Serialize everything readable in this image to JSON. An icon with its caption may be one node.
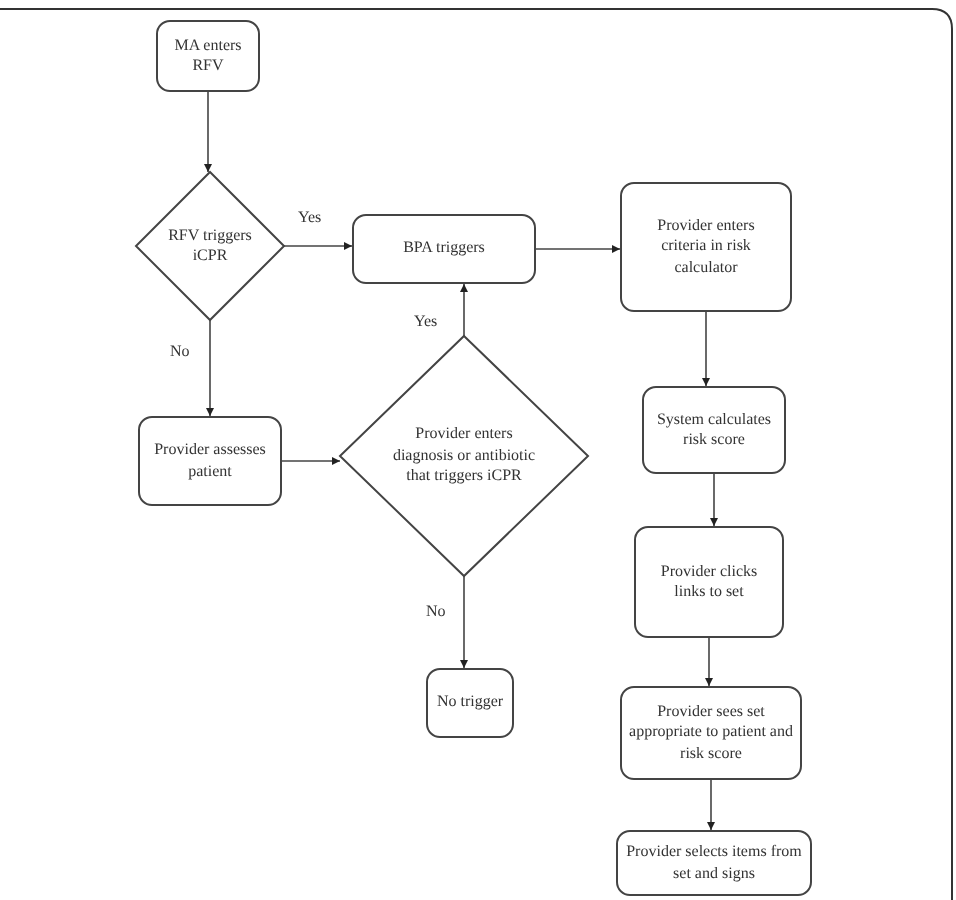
{
  "diagram": {
    "nodes": [
      {
        "text": [
          "MA enters RFV"
        ]
      },
      {
        "text": [
          "RFV triggers iCPR"
        ]
      },
      {
        "text": [
          "BPA triggers"
        ]
      },
      {
        "text": [
          "Provider enters criteria in risk calculator"
        ]
      },
      {
        "text": [
          "System calculates risk score"
        ]
      },
      {
        "text": [
          "Provider clicks links to set"
        ]
      },
      {
        "text": [
          "Provider sees set appropriate to patient and risk score"
        ]
      },
      {
        "text": [
          "Provider selects items from set and signs"
        ]
      },
      {
        "text": [
          "Provider assesses patient"
        ]
      },
      {
        "text": [
          "Provider enters diagnosis or antibiotic that triggers iCPR"
        ]
      },
      {
        "text": [
          "No trigger"
        ]
      }
    ],
    "edges": [
      {
        "from": 0,
        "to": 1,
        "arrow": "to"
      },
      {
        "from": 1,
        "to": 2,
        "arrow": "to",
        "label": "Yes"
      },
      {
        "from": 1,
        "to": 8,
        "arrow": "to",
        "label": "No"
      },
      {
        "from": 8,
        "to": 9,
        "arrow": "to"
      },
      {
        "from": 9,
        "to": 2,
        "arrow": "to",
        "label": "Yes"
      },
      {
        "from": 9,
        "to": 10,
        "arrow": "to",
        "label": "No"
      },
      {
        "from": 2,
        "to": 3,
        "arrow": "to"
      },
      {
        "from": 3,
        "to": 4,
        "arrow": "to"
      },
      {
        "from": 4,
        "to": 5,
        "arrow": "to"
      },
      {
        "from": 5,
        "to": 6,
        "arrow": "to"
      },
      {
        "from": 6,
        "to": 7,
        "arrow": "to"
      }
    ]
  }
}
